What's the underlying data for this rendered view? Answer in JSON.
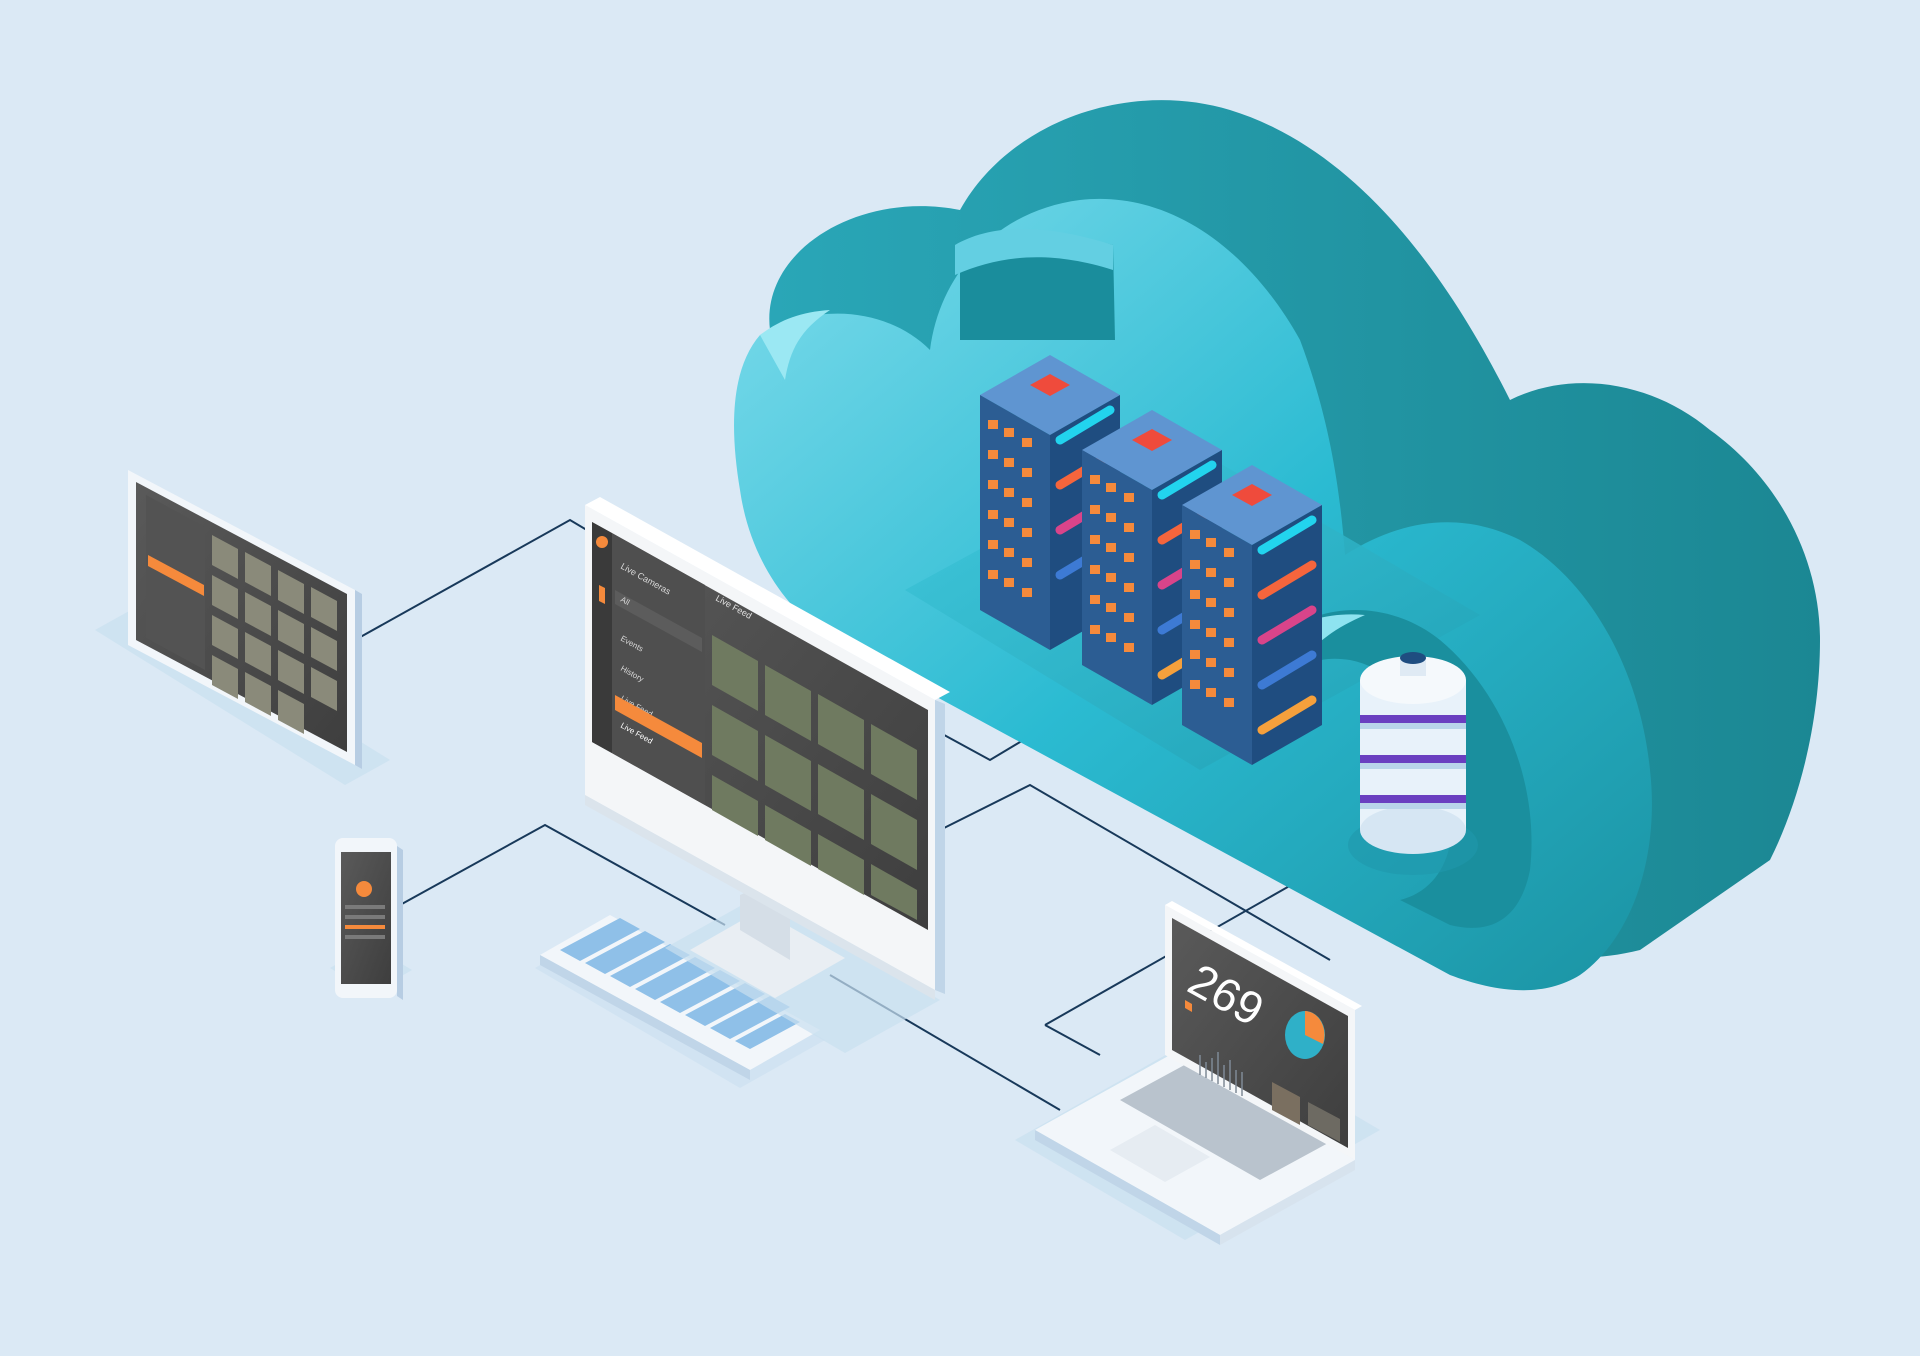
{
  "colors": {
    "background": "#dbe9f5",
    "cloud_light": "#74d6e8",
    "cloud_mid": "#29b7cf",
    "cloud_dark": "#1a8f9e",
    "server_blue": "#2d5f96",
    "server_light": "#4f86c6",
    "accent_orange": "#f58a3c",
    "accent_red": "#ef4b3c",
    "accent_cyan": "#22d4ee",
    "accent_pink": "#d9448a",
    "accent_purple": "#6a3fc0",
    "screen_dark": "#4a4a4a",
    "device_white": "#f4f6f8",
    "line": "#18395a"
  },
  "monitor": {
    "sidebar_items": [
      "Live Cameras",
      "All",
      "Events",
      "History",
      "Live Feed",
      "Live Feed"
    ],
    "panel_title": "Live Feed"
  },
  "laptop": {
    "metric_value": "269"
  },
  "icons": {
    "desktop": "monitor-icon",
    "laptop": "laptop-icon",
    "tablet": "tablet-icon",
    "phone": "phone-icon",
    "server": "server-rack-icon",
    "database": "database-icon",
    "cloud": "cloud-icon"
  }
}
